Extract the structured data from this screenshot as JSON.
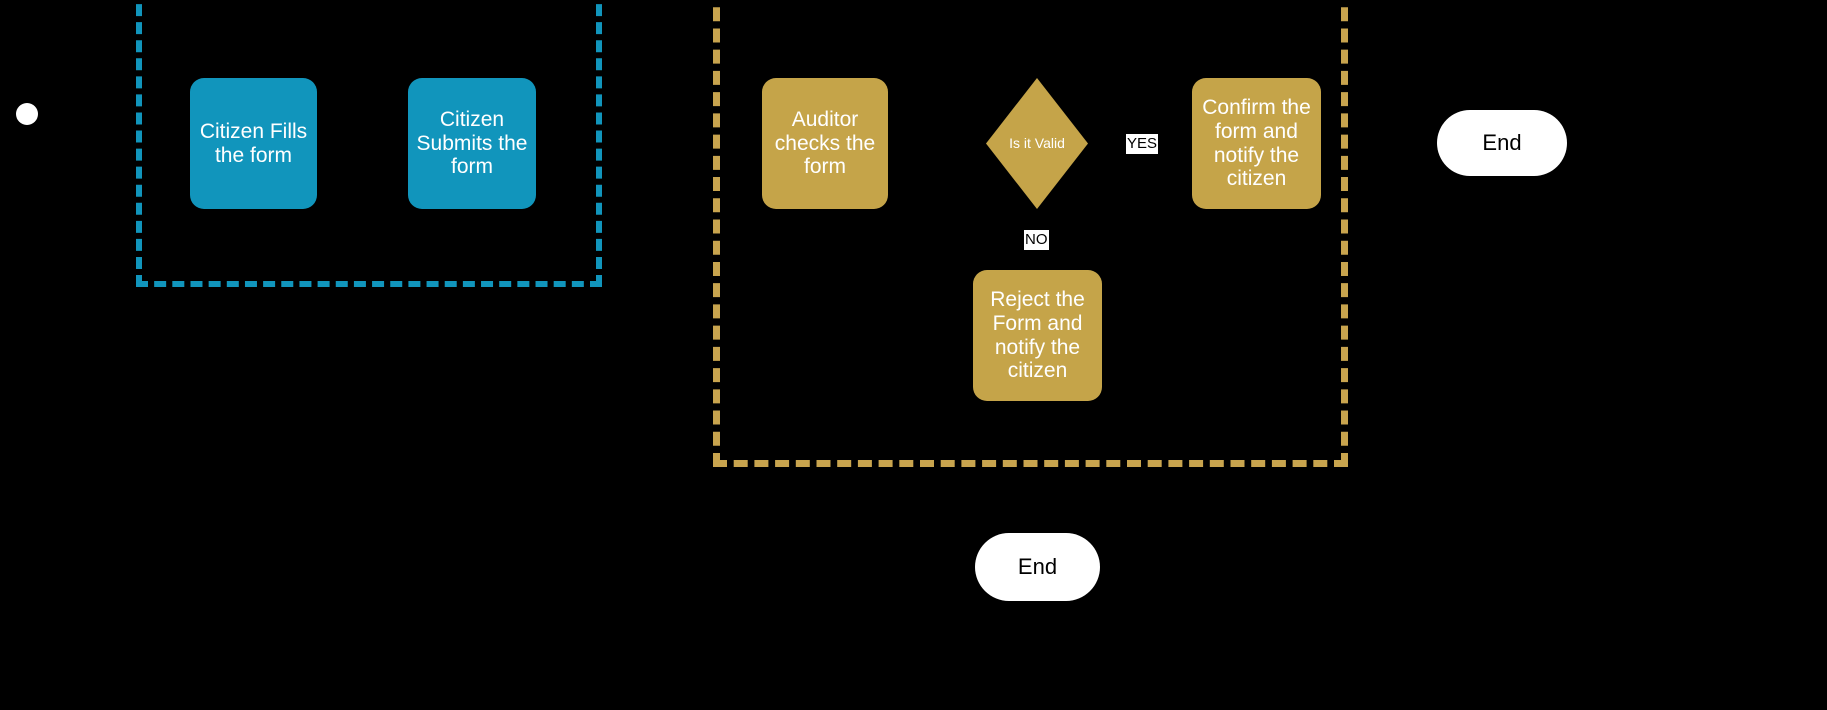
{
  "diagram": {
    "type": "flowchart",
    "background_color": "#000000",
    "lanes": [
      {
        "name": "citizen-lane",
        "border_color": "#1195BC",
        "border_style": "dashed",
        "label": ""
      },
      {
        "name": "auditor-lane",
        "border_color": "#C8A44E",
        "border_style": "dashed",
        "label": ""
      }
    ],
    "nodes": {
      "start": {
        "label": "",
        "shape": "circle",
        "color": "#FFFFFF"
      },
      "citizen_fills": {
        "label": "Citizen Fills\nthe form",
        "shape": "rounded-rect",
        "color": "#1195BC",
        "text_color": "#FFFFFF"
      },
      "citizen_submits": {
        "label": "Citizen\nSubmits the\nform",
        "shape": "rounded-rect",
        "color": "#1195BC",
        "text_color": "#FFFFFF"
      },
      "auditor_checks": {
        "label": "Auditor\nchecks the\nform",
        "shape": "rounded-rect",
        "color": "#C5A449",
        "text_color": "#FFFFFF"
      },
      "is_it_valid": {
        "label": "Is it Valid",
        "shape": "diamond",
        "color": "#C5A449",
        "text_color": "#FFFFFF"
      },
      "confirm_form": {
        "label": "Confirm the\nform and\nnotify the\ncitizen",
        "shape": "rounded-rect",
        "color": "#C5A449",
        "text_color": "#FFFFFF"
      },
      "reject_form": {
        "label": "Reject the\nForm and\nnotify the\ncitizen",
        "shape": "rounded-rect",
        "color": "#C5A449",
        "text_color": "#FFFFFF"
      },
      "end_right": {
        "label": "End",
        "shape": "pill",
        "color": "#FFFFFF",
        "text_color": "#000000"
      },
      "end_bottom": {
        "label": "End",
        "shape": "pill",
        "color": "#FFFFFF",
        "text_color": "#000000"
      }
    },
    "edge_labels": {
      "yes": "YES",
      "no": "NO"
    }
  }
}
